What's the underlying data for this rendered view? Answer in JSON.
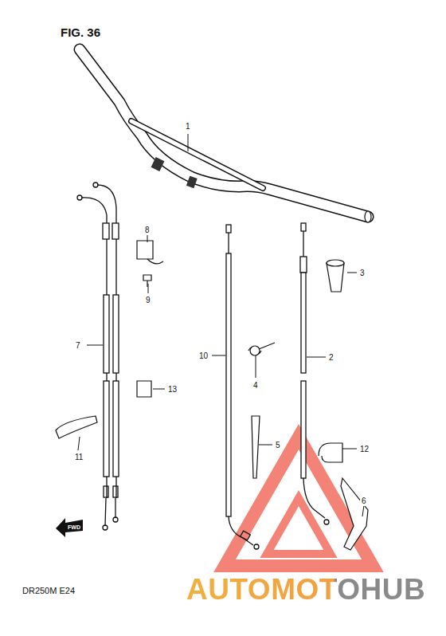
{
  "diagram": {
    "title": "FIG. 36",
    "caption": "DR250M E24",
    "labels": [
      "1",
      "8",
      "3",
      "9",
      "7",
      "10",
      "4",
      "2",
      "13",
      "5",
      "12",
      "11",
      "6",
      "FWD",
      "AUTOMOTOHUB"
    ]
  }
}
